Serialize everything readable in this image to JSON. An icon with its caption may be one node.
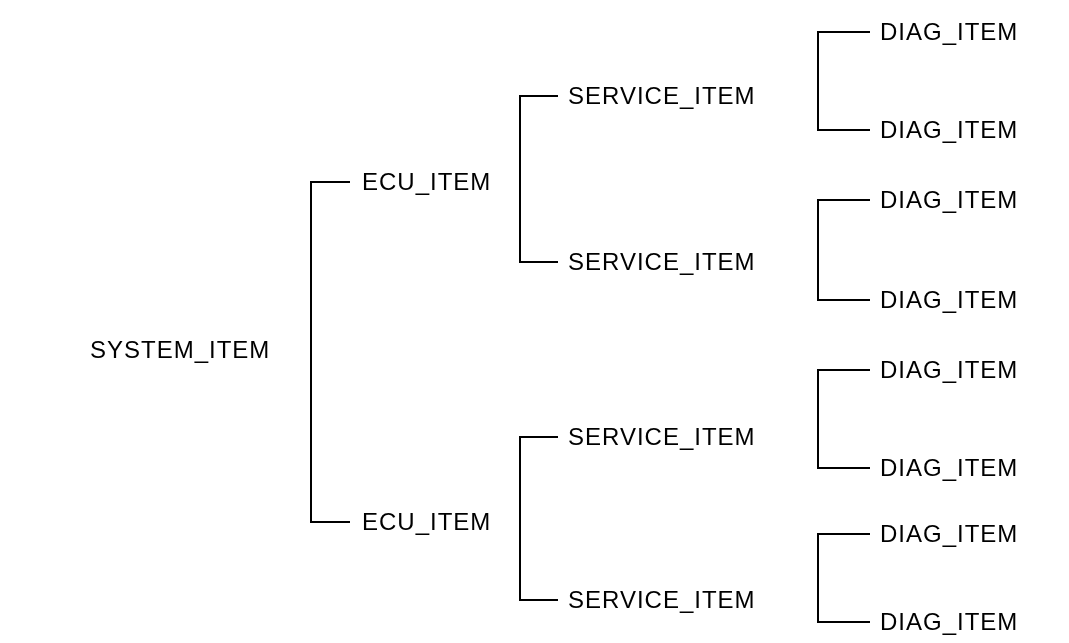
{
  "diagram": {
    "nodes": [
      {
        "text": [
          "SYSTEM_ITEM"
        ]
      },
      {
        "text": [
          "ECU_ITEM"
        ]
      },
      {
        "text": [
          "SERVICE_ITEM"
        ]
      },
      {
        "text": [
          "DIAG_ITEM"
        ]
      },
      {
        "text": [
          "DIAG_ITEM"
        ]
      },
      {
        "text": [
          "SERVICE_ITEM"
        ]
      },
      {
        "text": [
          "DIAG_ITEM"
        ]
      },
      {
        "text": [
          "DIAG_ITEM"
        ]
      },
      {
        "text": [
          "ECU_ITEM"
        ]
      },
      {
        "text": [
          "SERVICE_ITEM"
        ]
      },
      {
        "text": [
          "DIAG_ITEM"
        ]
      },
      {
        "text": [
          "DIAG_ITEM"
        ]
      },
      {
        "text": [
          "SERVICE_ITEM"
        ]
      },
      {
        "text": [
          "DIAG_ITEM"
        ]
      },
      {
        "text": [
          "DIAG_ITEM"
        ]
      }
    ],
    "edges": [
      {
        "from": 0,
        "to": 1,
        "arrow": "none"
      },
      {
        "from": 0,
        "to": 8,
        "arrow": "none"
      },
      {
        "from": 1,
        "to": 2,
        "arrow": "none"
      },
      {
        "from": 1,
        "to": 5,
        "arrow": "none"
      },
      {
        "from": 2,
        "to": 3,
        "arrow": "none"
      },
      {
        "from": 2,
        "to": 4,
        "arrow": "none"
      },
      {
        "from": 5,
        "to": 6,
        "arrow": "none"
      },
      {
        "from": 5,
        "to": 7,
        "arrow": "none"
      },
      {
        "from": 8,
        "to": 9,
        "arrow": "none"
      },
      {
        "from": 8,
        "to": 12,
        "arrow": "none"
      },
      {
        "from": 9,
        "to": 10,
        "arrow": "none"
      },
      {
        "from": 9,
        "to": 11,
        "arrow": "none"
      },
      {
        "from": 12,
        "to": 13,
        "arrow": "none"
      },
      {
        "from": 12,
        "to": 14,
        "arrow": "none"
      }
    ]
  }
}
